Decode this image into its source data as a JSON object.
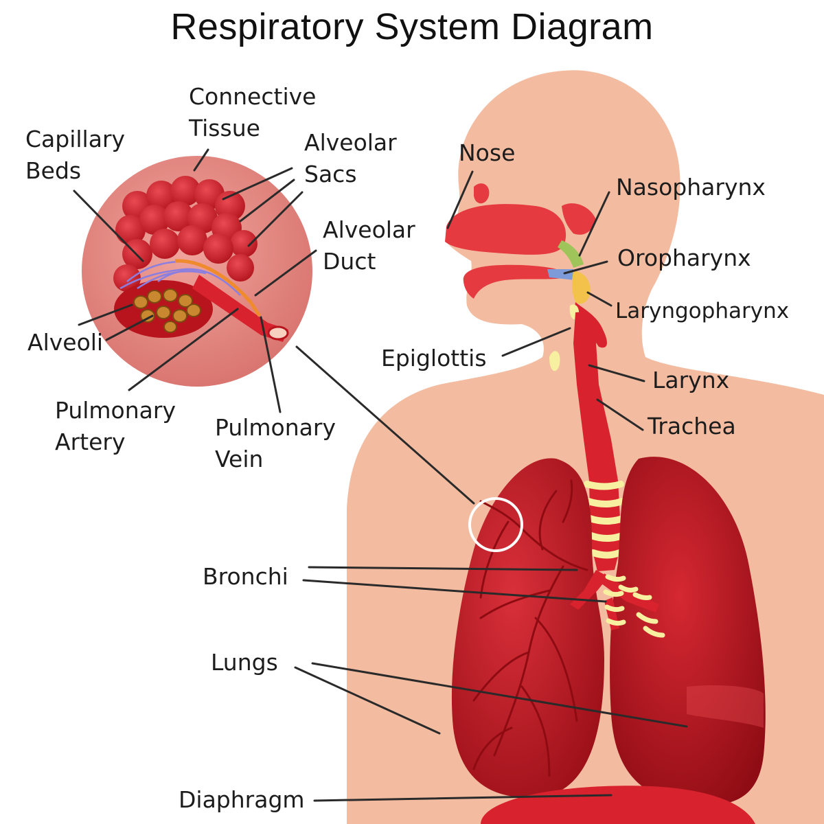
{
  "title": "Respiratory System Diagram",
  "colors": {
    "skin": "#f3bca1",
    "tissue": "#d8222e",
    "tissue_dark": "#9b0f16",
    "cartilage": "#f7f0a0",
    "inset_bg": "#e58a84",
    "leader": "#2a2a2a"
  },
  "labels": {
    "connective_tissue": [
      "Connective",
      "Tissue"
    ],
    "capillary_beds": [
      "Capillary",
      "Beds"
    ],
    "alveolar_sacs": [
      "Alveolar",
      "Sacs"
    ],
    "alveolar_duct": [
      "Alveolar",
      "Duct"
    ],
    "alveoli": [
      "Alveoli"
    ],
    "pulmonary_artery": [
      "Pulmonary",
      "Artery"
    ],
    "pulmonary_vein": [
      "Pulmonary",
      "Vein"
    ],
    "nose": [
      "Nose"
    ],
    "nasopharynx": [
      "Nasopharynx"
    ],
    "oropharynx": [
      "Oropharynx"
    ],
    "laryngopharynx": [
      "Laryngopharynx"
    ],
    "epiglottis": [
      "Epiglottis"
    ],
    "larynx": [
      "Larynx"
    ],
    "trachea": [
      "Trachea"
    ],
    "bronchi": [
      "Bronchi"
    ],
    "lungs": [
      "Lungs"
    ],
    "diaphragm": [
      "Diaphragm"
    ]
  }
}
